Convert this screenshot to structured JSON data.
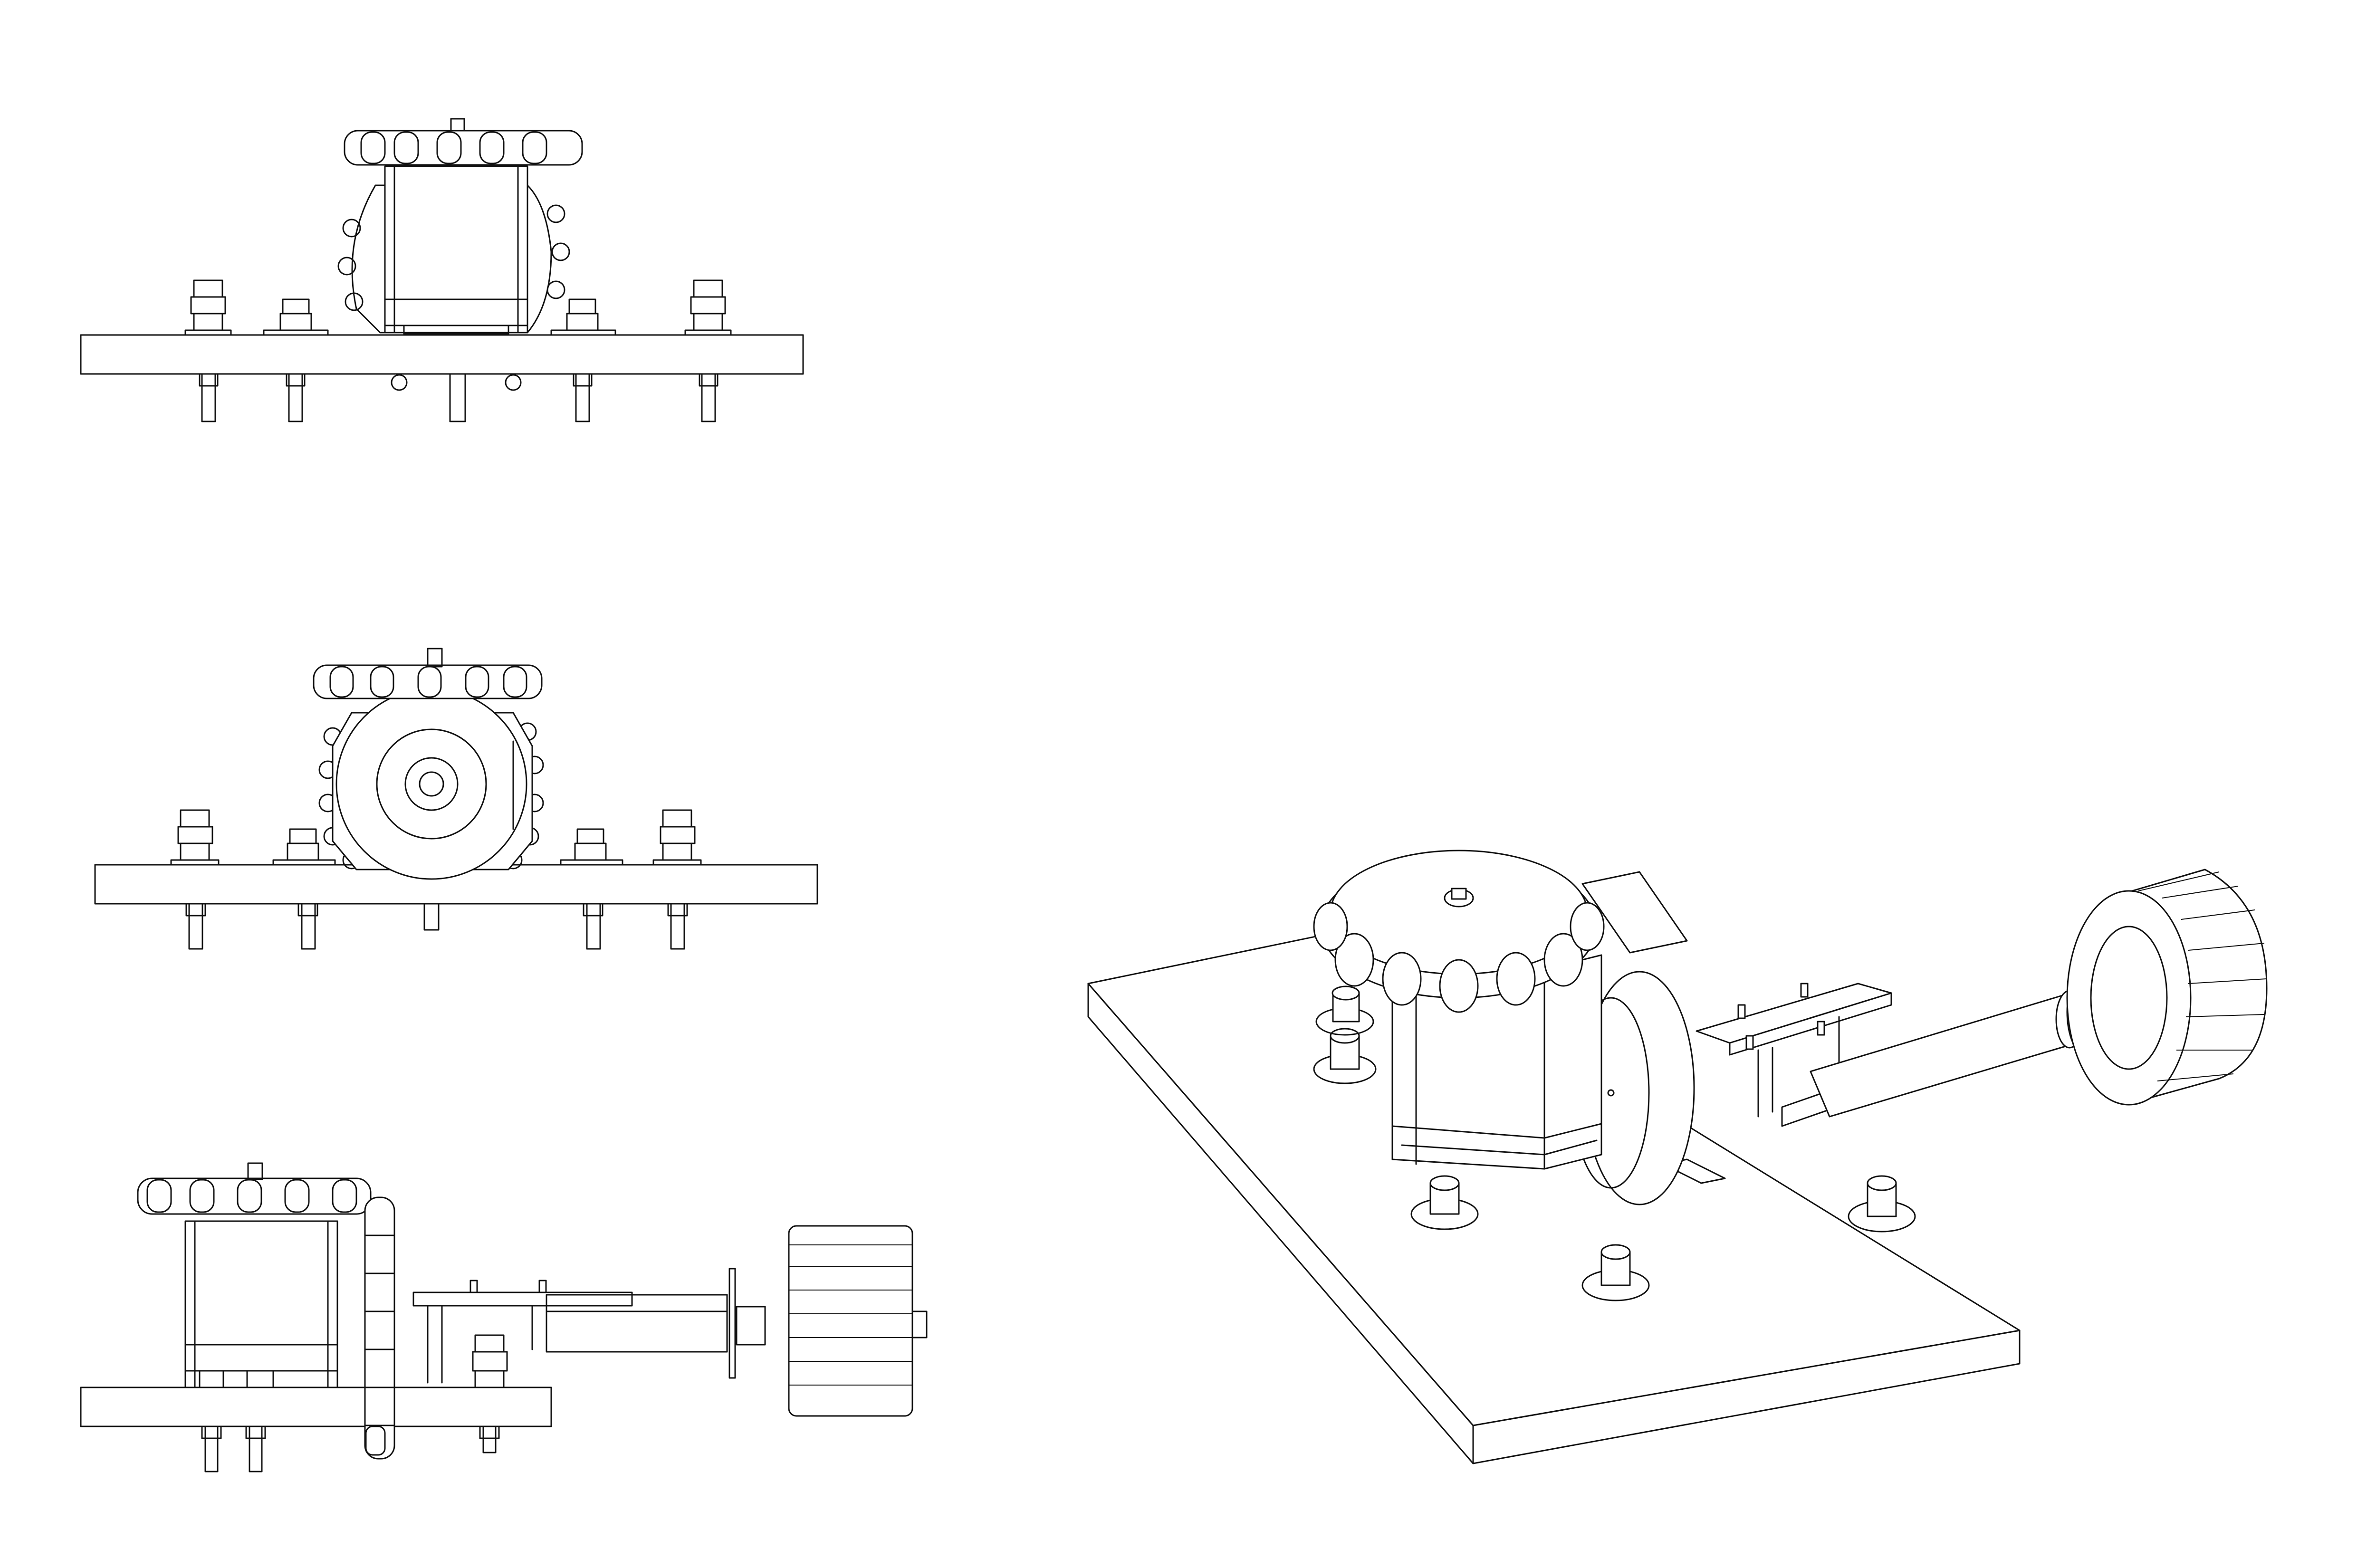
{
  "sheet": {
    "background": "#ffffff",
    "line_color": "#111111"
  },
  "views": [
    {
      "id": "top-elevation",
      "kind": "orthographic"
    },
    {
      "id": "front-elevation",
      "kind": "orthographic"
    },
    {
      "id": "side-elevation",
      "kind": "orthographic"
    },
    {
      "id": "isometric",
      "kind": "isometric"
    }
  ]
}
